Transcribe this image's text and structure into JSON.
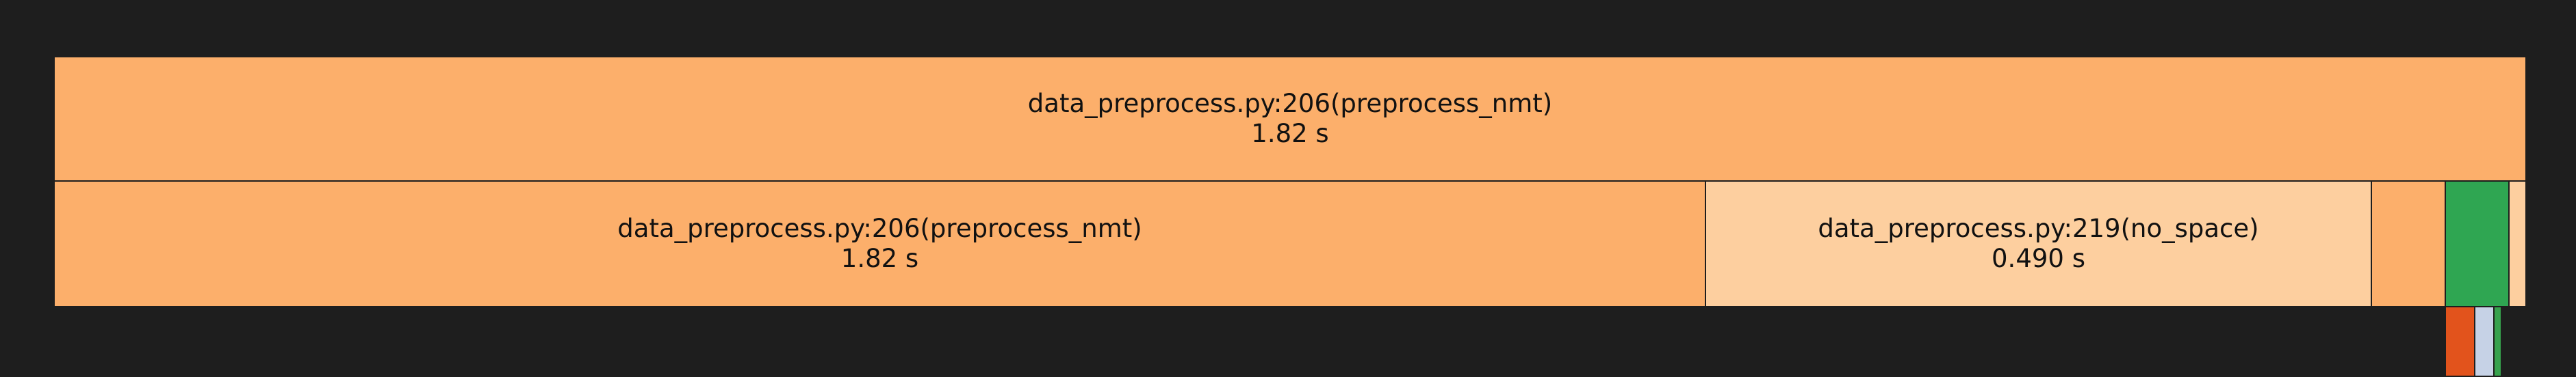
{
  "flamegraph": {
    "frames": [
      {
        "function": "data_preprocess.py:206(preprocess_nmt)",
        "time": "1.82 s"
      },
      {
        "function": "data_preprocess.py:206(preprocess_nmt)",
        "time": "1.82 s"
      },
      {
        "function": "data_preprocess.py:219(no_space)",
        "time": "0.490 s"
      }
    ],
    "colors": {
      "background": "#1e1e1e",
      "primary_frame": "#fcaf6b",
      "secondary_frame": "#fdcf9f",
      "green_frame": "#2fa652",
      "red_frame": "#e2531c",
      "blue_frame": "#c6d2e6"
    }
  }
}
